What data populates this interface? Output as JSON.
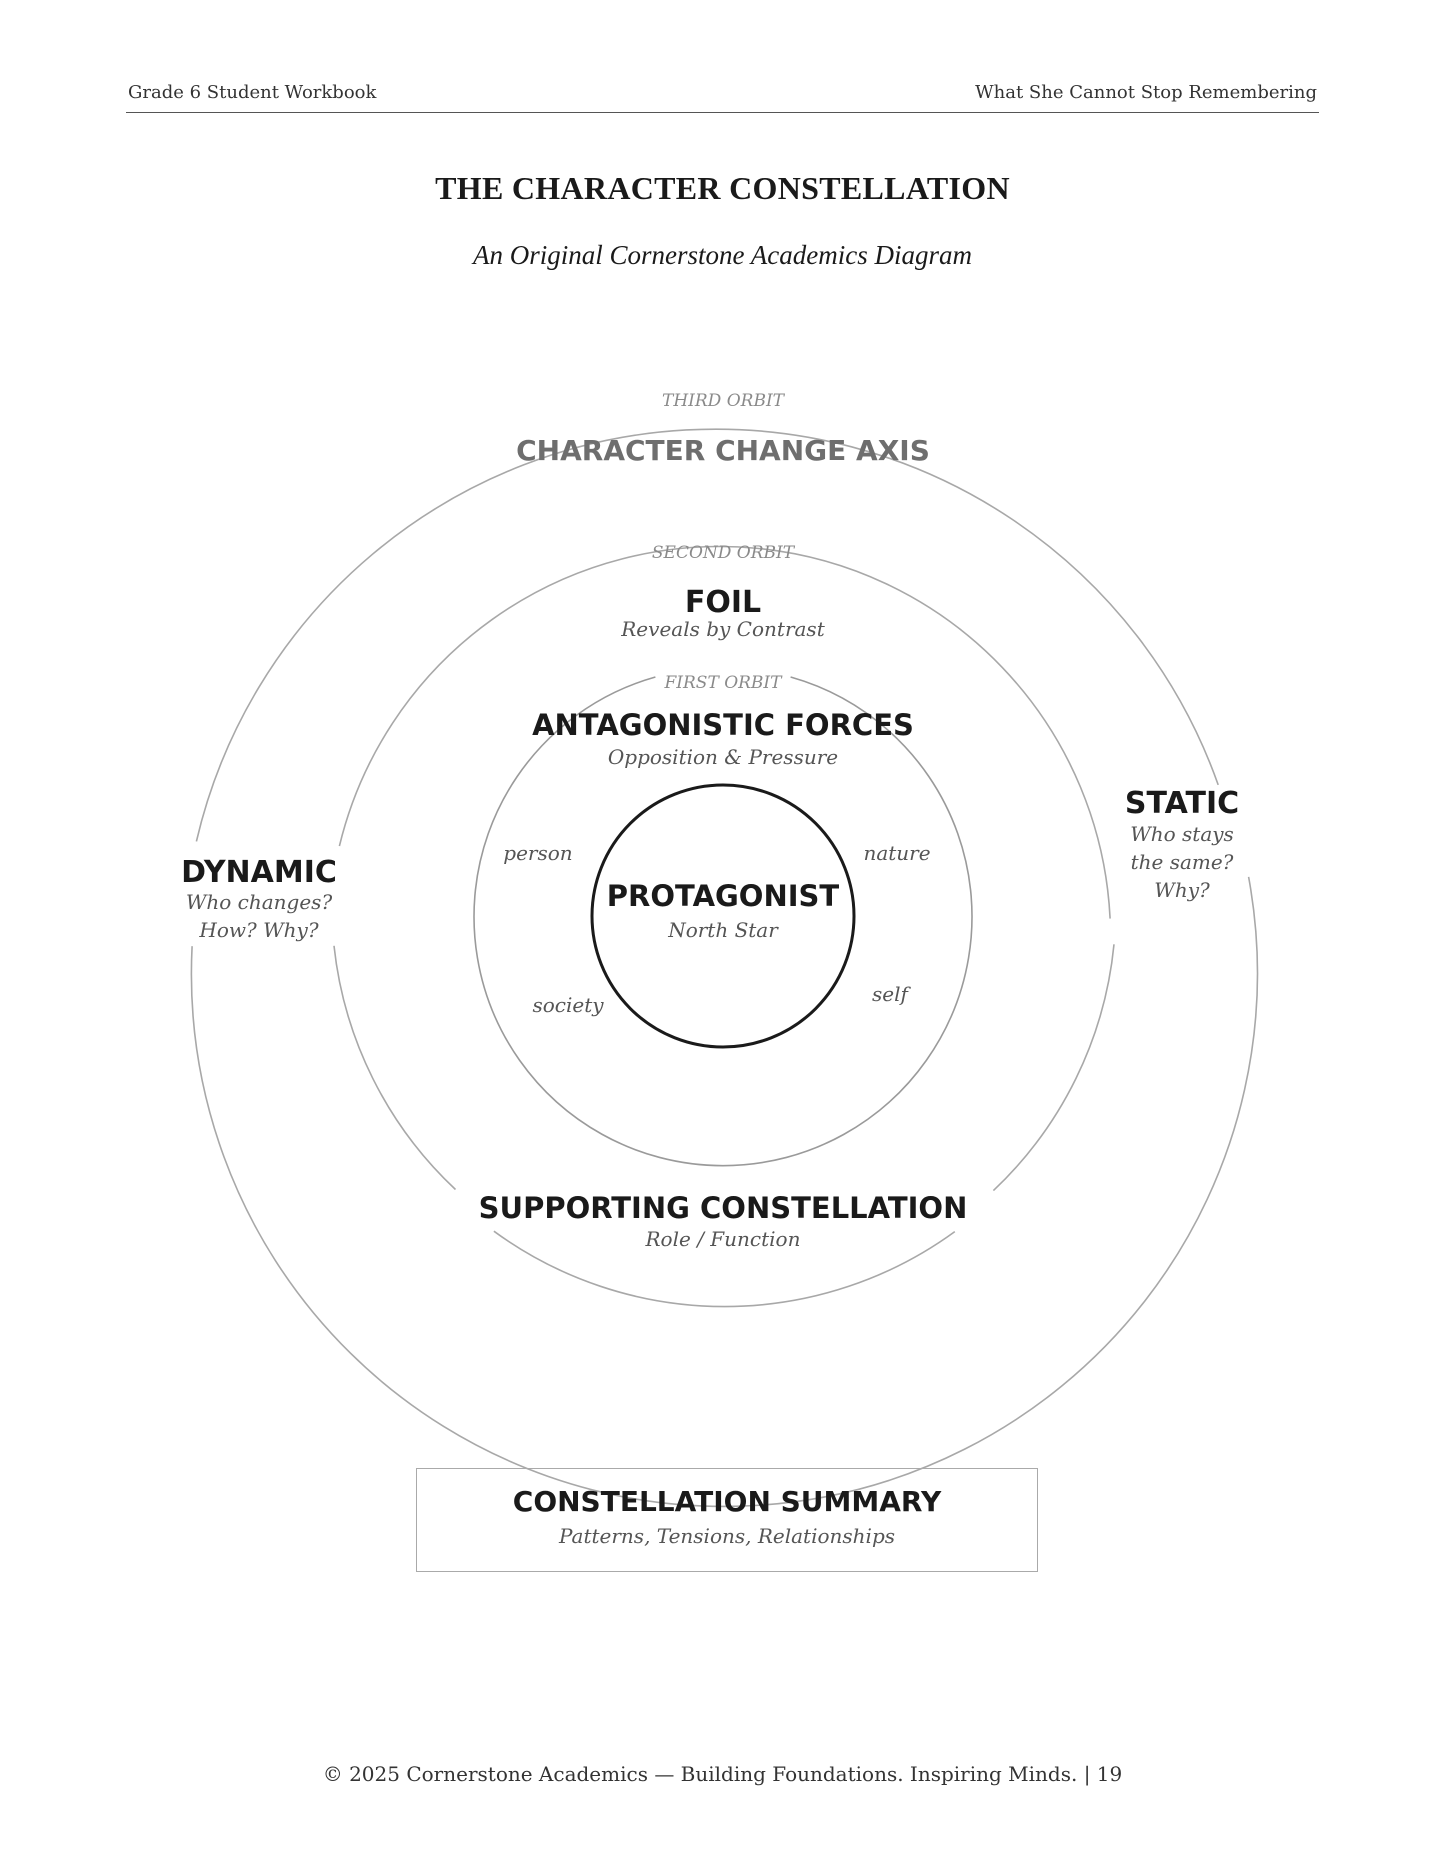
{
  "header": {
    "left": "Grade 6 Student Workbook",
    "right": "What She Cannot Stop Remembering"
  },
  "title": "THE CHARACTER CONSTELLATION",
  "subtitle": "An Original Cornerstone Academics Diagram",
  "diagram": {
    "third_orbit": {
      "label": "THIRD ORBIT",
      "title": "CHARACTER CHANGE AXIS"
    },
    "second_orbit": {
      "label": "SECOND ORBIT",
      "title": "FOIL",
      "subtitle": "Reveals by Contrast"
    },
    "first_orbit": {
      "label": "FIRST ORBIT",
      "title": "ANTAGONISTIC FORCES",
      "subtitle": "Opposition & Pressure"
    },
    "center": {
      "title": "PROTAGONIST",
      "subtitle": "North Star"
    },
    "forces": {
      "person": "person",
      "nature": "nature",
      "society": "society",
      "self": "self"
    },
    "dynamic": {
      "title": "DYNAMIC",
      "line1": "Who changes?",
      "line2": "How? Why?"
    },
    "static": {
      "title": "STATIC",
      "line1": "Who stays",
      "line2": "the same?",
      "line3": "Why?"
    },
    "supporting": {
      "title": "SUPPORTING CONSTELLATION",
      "subtitle": "Role / Function"
    }
  },
  "summary": {
    "title": "CONSTELLATION SUMMARY",
    "subtitle": "Patterns, Tensions, Relationships"
  },
  "footer": "© 2025 Cornerstone Academics — Building Foundations. Inspiring Minds. | 19"
}
